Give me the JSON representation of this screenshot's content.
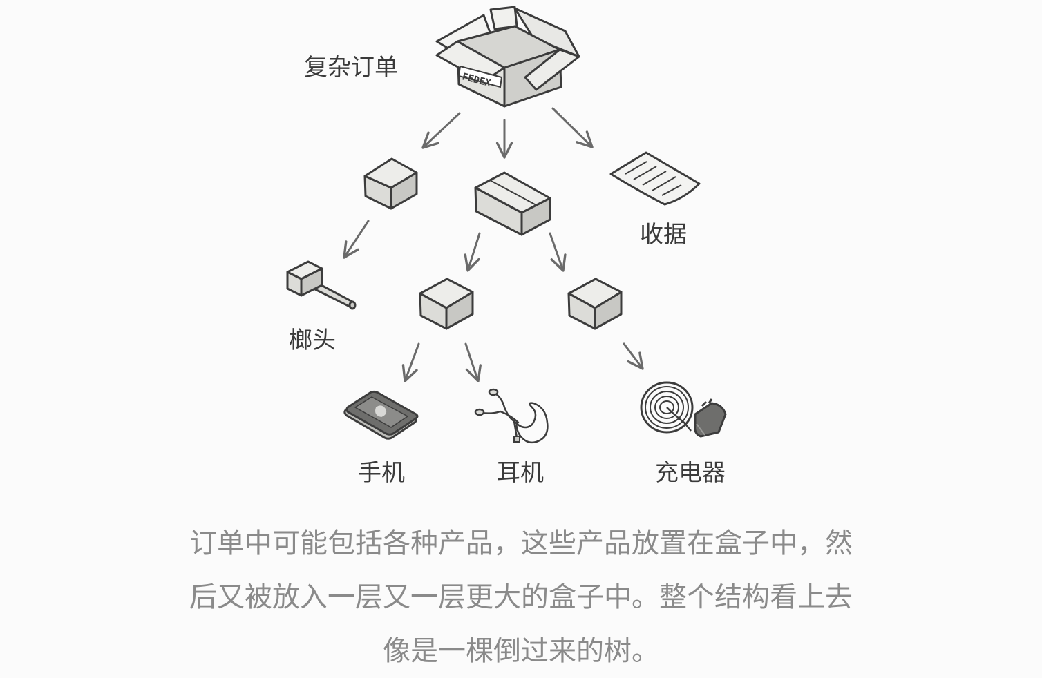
{
  "labels": {
    "order": "复杂订单",
    "fedex": "FEDEX",
    "receipt": "收据",
    "hammer": "榔头",
    "phone": "手机",
    "earphones": "耳机",
    "charger": "充电器"
  },
  "caption": {
    "line1": "订单中可能包括各种产品，这些产品放置在盒子中，然",
    "line2": "后又被放入一层又一层更大的盒子中。整个结构看上去",
    "line3": "像是一棵倒过来的树。"
  },
  "colors": {
    "stroke": "#3c3c3c",
    "box_top": "#ededea",
    "box_left": "#dcdcd8",
    "box_right": "#c8c8c4",
    "arrow": "#6a6a6a",
    "caption": "#8a8a8a"
  }
}
